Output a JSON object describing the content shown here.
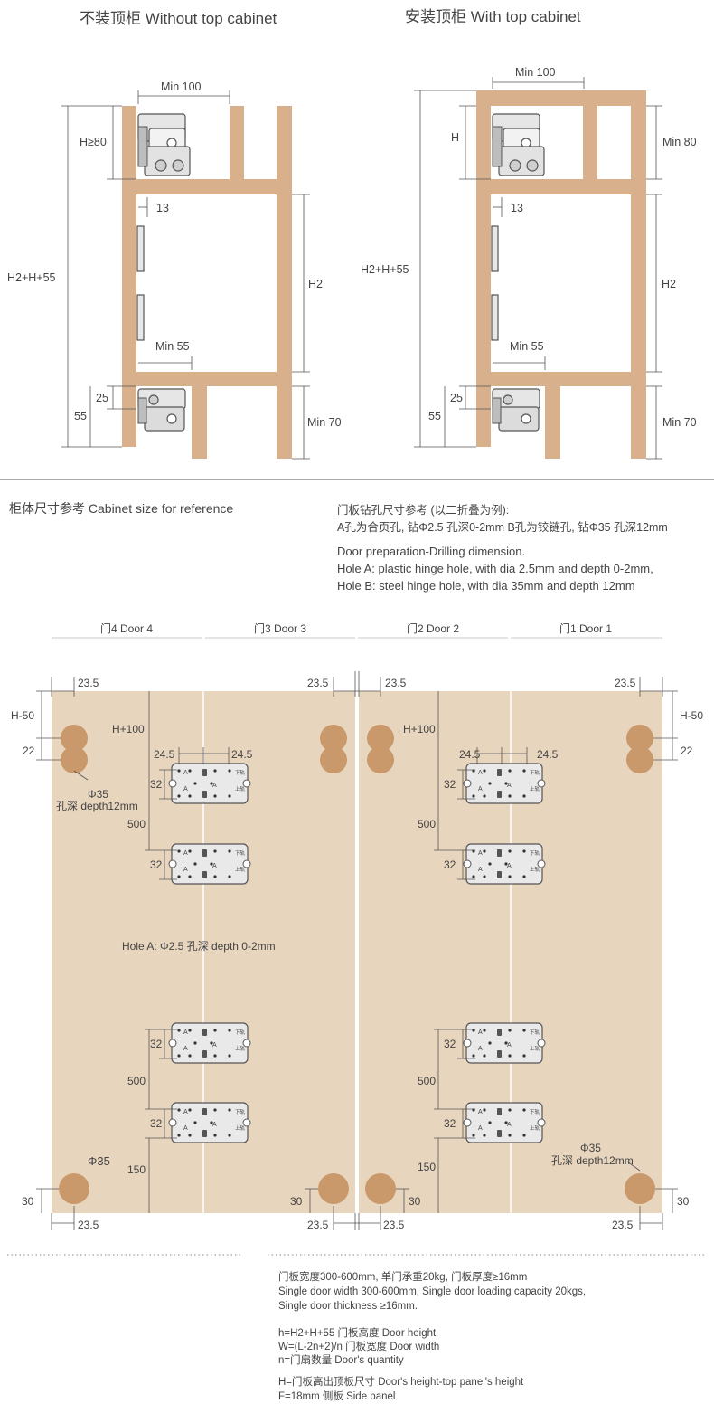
{
  "top": {
    "left_title": "不装顶柜  Without top cabinet",
    "right_title": "安装顶柜  With top cabinet",
    "left_dims": {
      "min100": "Min 100",
      "h_ge_80": "H≥80",
      "thirteen": "13",
      "h2h55": "H2+H+55",
      "h2": "H2",
      "min55": "Min 55",
      "twentyfive": "25",
      "fiftyfive": "55",
      "min70": "Min 70"
    },
    "right_dims": {
      "min100": "Min 100",
      "h": "H",
      "min80": "Min 80",
      "thirteen": "13",
      "h2h55": "H2+H+55",
      "h2": "H2",
      "min55": "Min 55",
      "twentyfive": "25",
      "fiftyfive": "55",
      "min70": "Min 70"
    }
  },
  "ref": {
    "title": "柜体尺寸参考  Cabinet size for reference",
    "cn_line1": "门板钻孔尺寸参考 (以二折叠为例):",
    "cn_line2": "A孔为合页孔, 钻Φ2.5 孔深0-2mm B孔为铰链孔, 钻Φ35 孔深12mm",
    "en_line1": "Door preparation-Drilling dimension.",
    "en_line2": "Hole A: plastic hinge hole, with dia 2.5mm and depth 0-2mm,",
    "en_line3": "Hole B: steel hinge hole, with dia 35mm and depth 12mm"
  },
  "doors": {
    "labels": [
      "门4  Door 4",
      "门3  Door 3",
      "门2  Door 2",
      "门1  Door 1"
    ],
    "dims": {
      "d23_5": "23.5",
      "h_minus_50": "H-50",
      "twentytwo": "22",
      "h_plus_100": "H+100",
      "d24_5": "24.5",
      "thirtytwo": "32",
      "fivehundred": "500",
      "phi35": "Φ35",
      "depth12": "孔深 depth12mm",
      "holeA": "Hole A:  Φ2.5 孔深 depth 0-2mm",
      "onefifty": "150",
      "thirty": "30"
    },
    "hinge_marks": {
      "a": "A",
      "up": "上轨",
      "down": "下轨"
    }
  },
  "notes": {
    "l1": "门板宽度300-600mm, 单门承重20kg, 门板厚度≥16mm",
    "l2": "Single door width 300-600mm, Single door loading capacity 20kgs,",
    "l3": "Single door thickness ≥16mm.",
    "l4": "h=H2+H+55 门板高度 Door height",
    "l5": "W=(L-2n+2)/n 门板宽度 Door width",
    "l6": "n=门扇数量 Door's quantity",
    "l7": "H=门板高出顶板尺寸 Door's height-top panel's height",
    "l8": "F=18mm 侧板 Side panel"
  },
  "colors": {
    "wood": "#D9B08C",
    "door": "#E8D5BE",
    "hole": "#C9986B",
    "line": "#555555"
  }
}
